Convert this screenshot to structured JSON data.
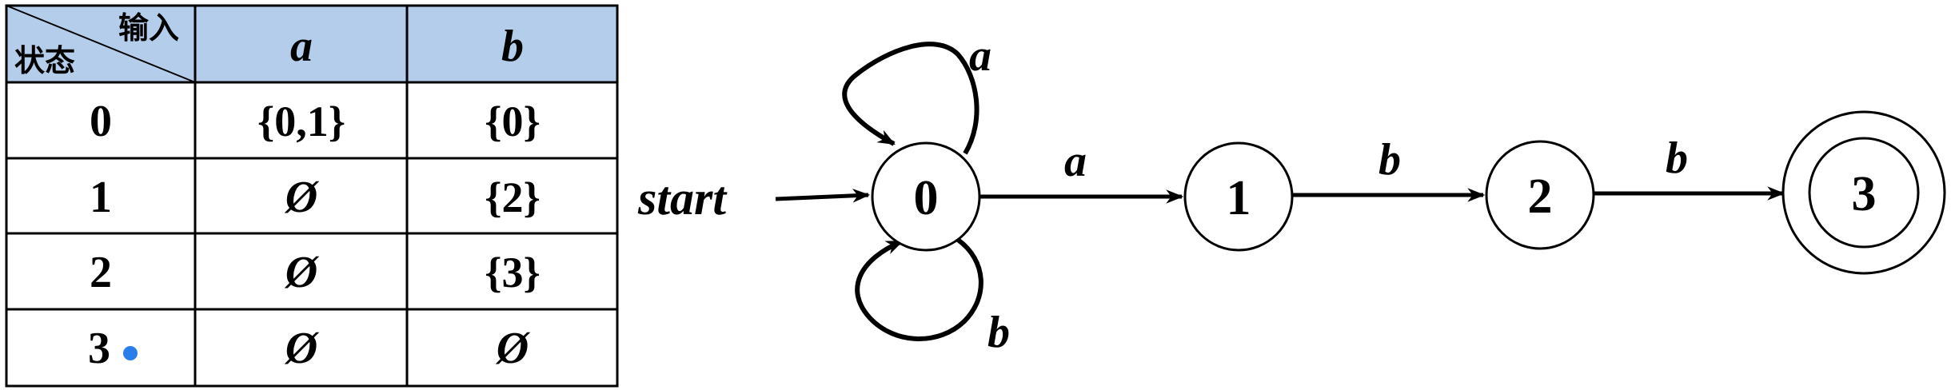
{
  "transition_table": {
    "corner_header": {
      "input_label": "输入",
      "state_label": "状态"
    },
    "column_headers": [
      "a",
      "b"
    ],
    "rows": [
      {
        "state": "0",
        "on_a": "{0,1}",
        "on_b": "{0}",
        "accepting_marker": false
      },
      {
        "state": "1",
        "on_a": "Ø",
        "on_b": "{2}",
        "accepting_marker": false
      },
      {
        "state": "2",
        "on_a": "Ø",
        "on_b": "{3}",
        "accepting_marker": false
      },
      {
        "state": "3",
        "on_a": "Ø",
        "on_b": "Ø",
        "accepting_marker": true
      }
    ],
    "colors": {
      "header_fill": "#b4cdea",
      "grid_line": "#000000",
      "marker_dot": "#2b7de9"
    }
  },
  "automaton": {
    "start_label": "start",
    "states": [
      {
        "id": "0",
        "accepting": false
      },
      {
        "id": "1",
        "accepting": false
      },
      {
        "id": "2",
        "accepting": false
      },
      {
        "id": "3",
        "accepting": true
      }
    ],
    "transitions": [
      {
        "from": "0",
        "to": "0",
        "label": "a"
      },
      {
        "from": "0",
        "to": "0",
        "label": "b"
      },
      {
        "from": "0",
        "to": "1",
        "label": "a"
      },
      {
        "from": "1",
        "to": "2",
        "label": "b"
      },
      {
        "from": "2",
        "to": "3",
        "label": "b"
      }
    ]
  }
}
